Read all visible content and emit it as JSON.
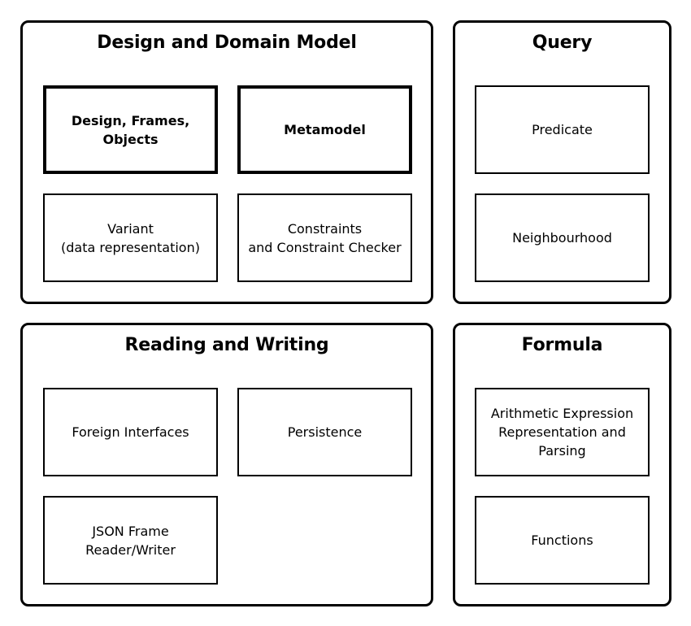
{
  "groups": {
    "design": {
      "title": "Design and Domain Model",
      "boxes": [
        "Design, Frames, Objects",
        "Metamodel",
        "Variant\n(data representation)",
        "Constraints\nand Constraint Checker"
      ]
    },
    "query": {
      "title": "Query",
      "boxes": [
        "Predicate",
        "Neighbourhood"
      ]
    },
    "reading": {
      "title": "Reading and Writing",
      "boxes": [
        "Foreign Interfaces",
        "Persistence",
        "JSON Frame\nReader/Writer"
      ]
    },
    "formula": {
      "title": "Formula",
      "boxes": [
        "Arithmetic Expression\nRepresentation and\nParsing",
        "Functions"
      ]
    }
  }
}
